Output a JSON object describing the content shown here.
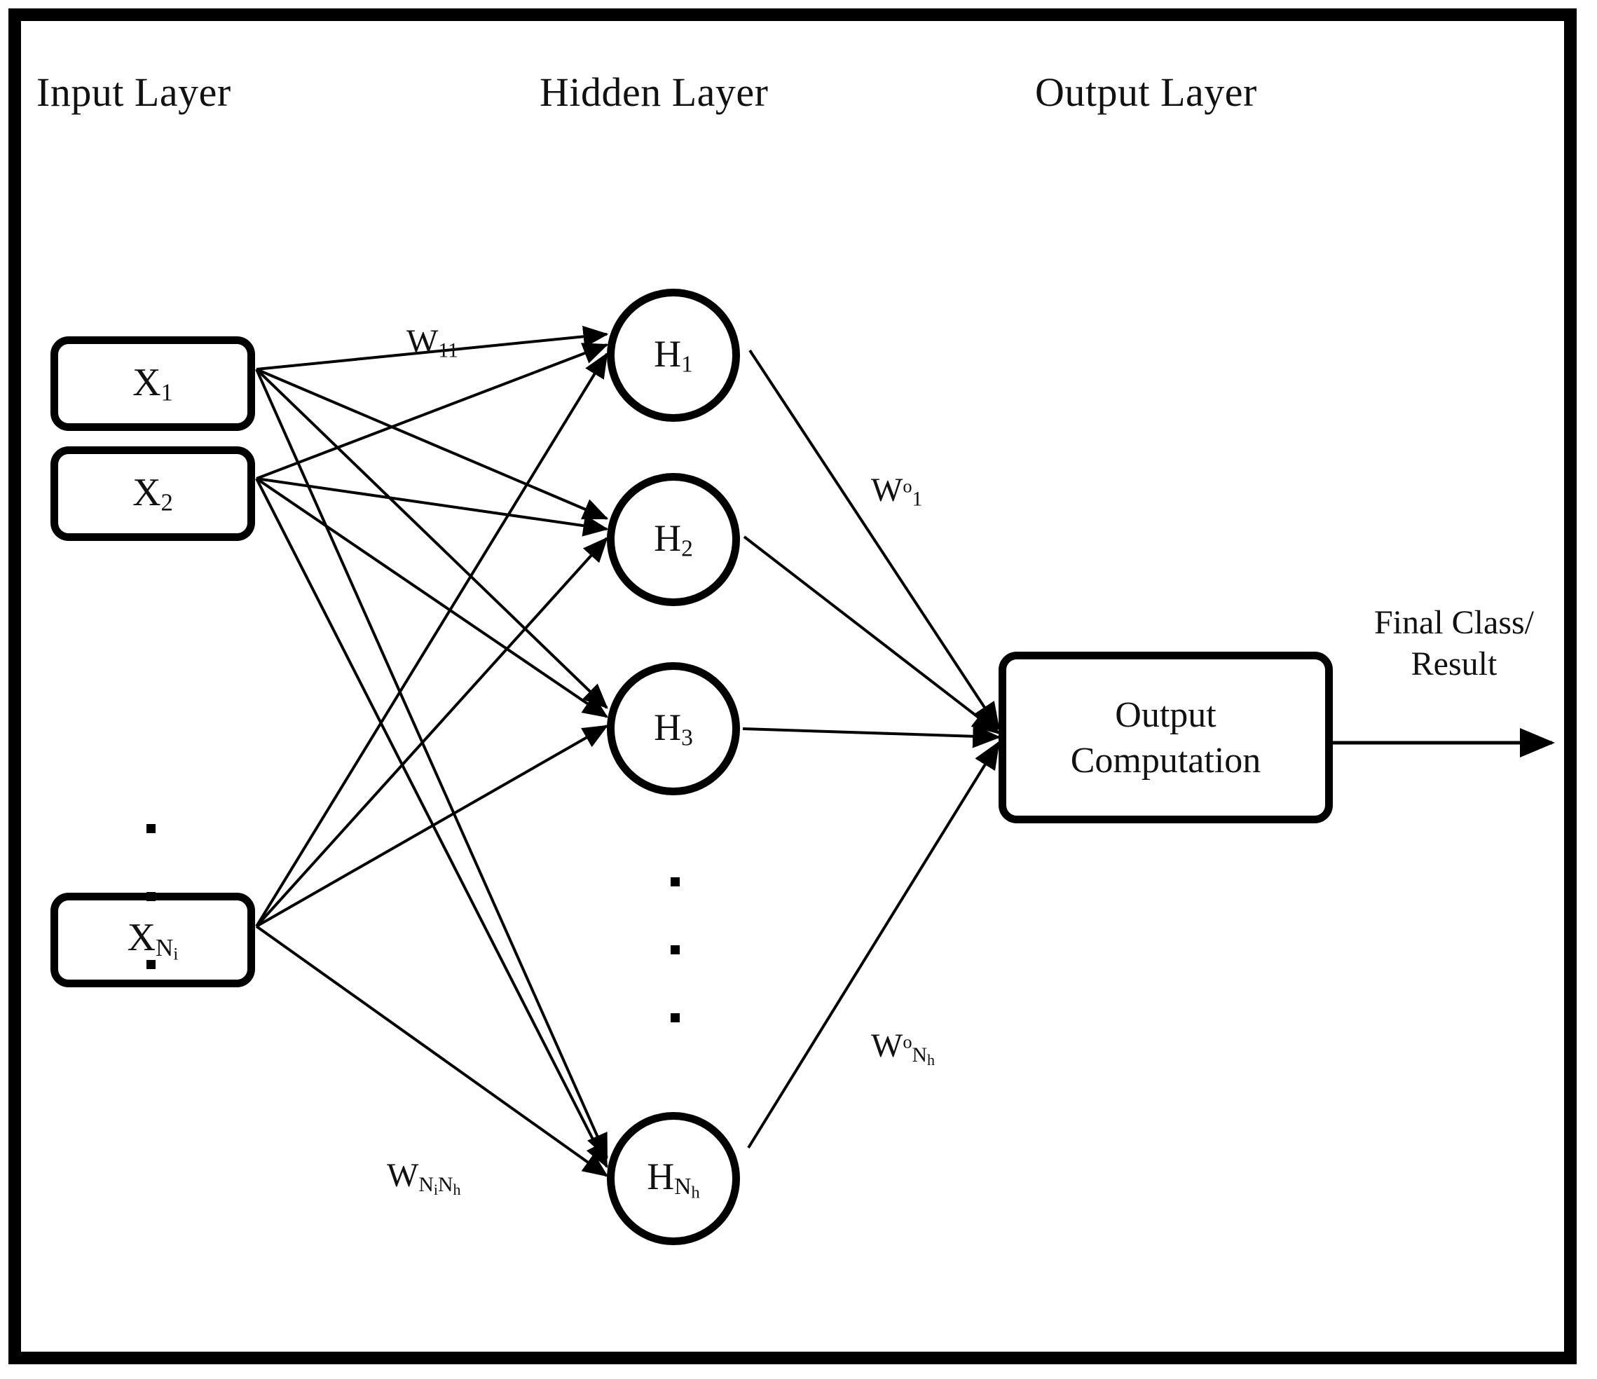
{
  "diagram": {
    "type": "neural-network-architecture",
    "titles": {
      "input_layer": "Input Layer",
      "hidden_layer": "Hidden Layer",
      "output_layer": "Output Layer"
    },
    "input_nodes": [
      {
        "id": "x1",
        "base": "X",
        "sub": "1"
      },
      {
        "id": "x2",
        "base": "X",
        "sub": "2"
      },
      {
        "id": "xni",
        "base": "X",
        "sub": "N",
        "subsub": "i"
      }
    ],
    "input_ellipsis": "vertical-dots",
    "hidden_nodes": [
      {
        "id": "h1",
        "base": "H",
        "sub": "1"
      },
      {
        "id": "h2",
        "base": "H",
        "sub": "2"
      },
      {
        "id": "h3",
        "base": "H",
        "sub": "3"
      },
      {
        "id": "hnh",
        "base": "H",
        "sub": "N",
        "subsub": "h"
      }
    ],
    "hidden_ellipsis": "vertical-dots",
    "output_node": {
      "line1": "Output",
      "line2": "Computation"
    },
    "final_output": {
      "line1": "Final Class/",
      "line2": "Result"
    },
    "weight_labels": [
      {
        "id": "w11",
        "base": "W",
        "sub": "11",
        "role": "input-to-hidden-first"
      },
      {
        "id": "wninh",
        "base": "W",
        "sub": "N",
        "subsub": "i",
        "sub2": "N",
        "subsub2": "h",
        "role": "input-to-hidden-last"
      },
      {
        "id": "wo1",
        "base": "W",
        "sup": "o",
        "sub": "1",
        "role": "hidden-to-output-first"
      },
      {
        "id": "wonh",
        "base": "W",
        "sup": "o",
        "sub": "N",
        "subsub": "h",
        "role": "hidden-to-output-last"
      }
    ],
    "colors": {
      "stroke": "#000000",
      "background": "#ffffff",
      "text": "#111111"
    }
  }
}
